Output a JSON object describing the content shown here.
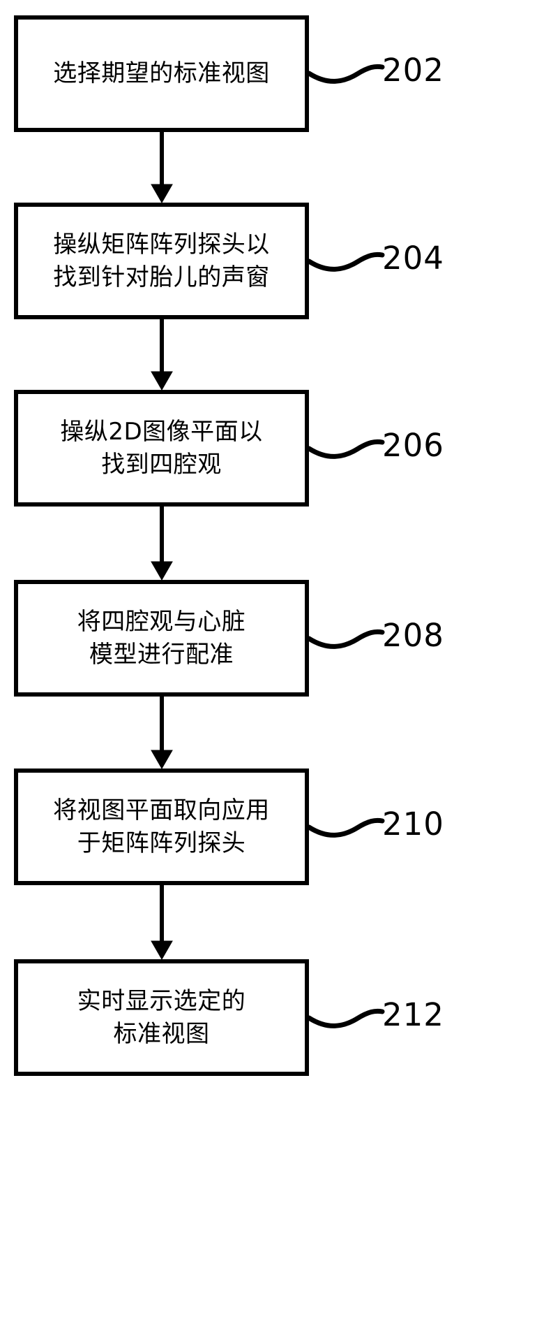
{
  "figure": {
    "type": "flowchart",
    "orientation": "vertical",
    "background_color": "#ffffff",
    "line_color": "#000000",
    "steps": [
      {
        "ref": "202",
        "lines": [
          "选择期望的标准视图"
        ]
      },
      {
        "ref": "204",
        "lines": [
          "操纵矩阵阵列探头以",
          "找到针对胎儿的声窗"
        ]
      },
      {
        "ref": "206",
        "lines": [
          "操纵2D图像平面以",
          "找到四腔观"
        ]
      },
      {
        "ref": "208",
        "lines": [
          "将四腔观与心脏",
          "模型进行配准"
        ]
      },
      {
        "ref": "210",
        "lines": [
          "将视图平面取向应用",
          "于矩阵阵列探头"
        ]
      },
      {
        "ref": "212",
        "lines": [
          "实时显示选定的",
          "标准视图"
        ]
      }
    ],
    "connectors": [
      {
        "from": "202",
        "to": "204",
        "arrow": "down"
      },
      {
        "from": "204",
        "to": "206",
        "arrow": "down"
      },
      {
        "from": "206",
        "to": "208",
        "arrow": "down"
      },
      {
        "from": "208",
        "to": "210",
        "arrow": "down"
      },
      {
        "from": "210",
        "to": "212",
        "arrow": "down"
      }
    ]
  }
}
